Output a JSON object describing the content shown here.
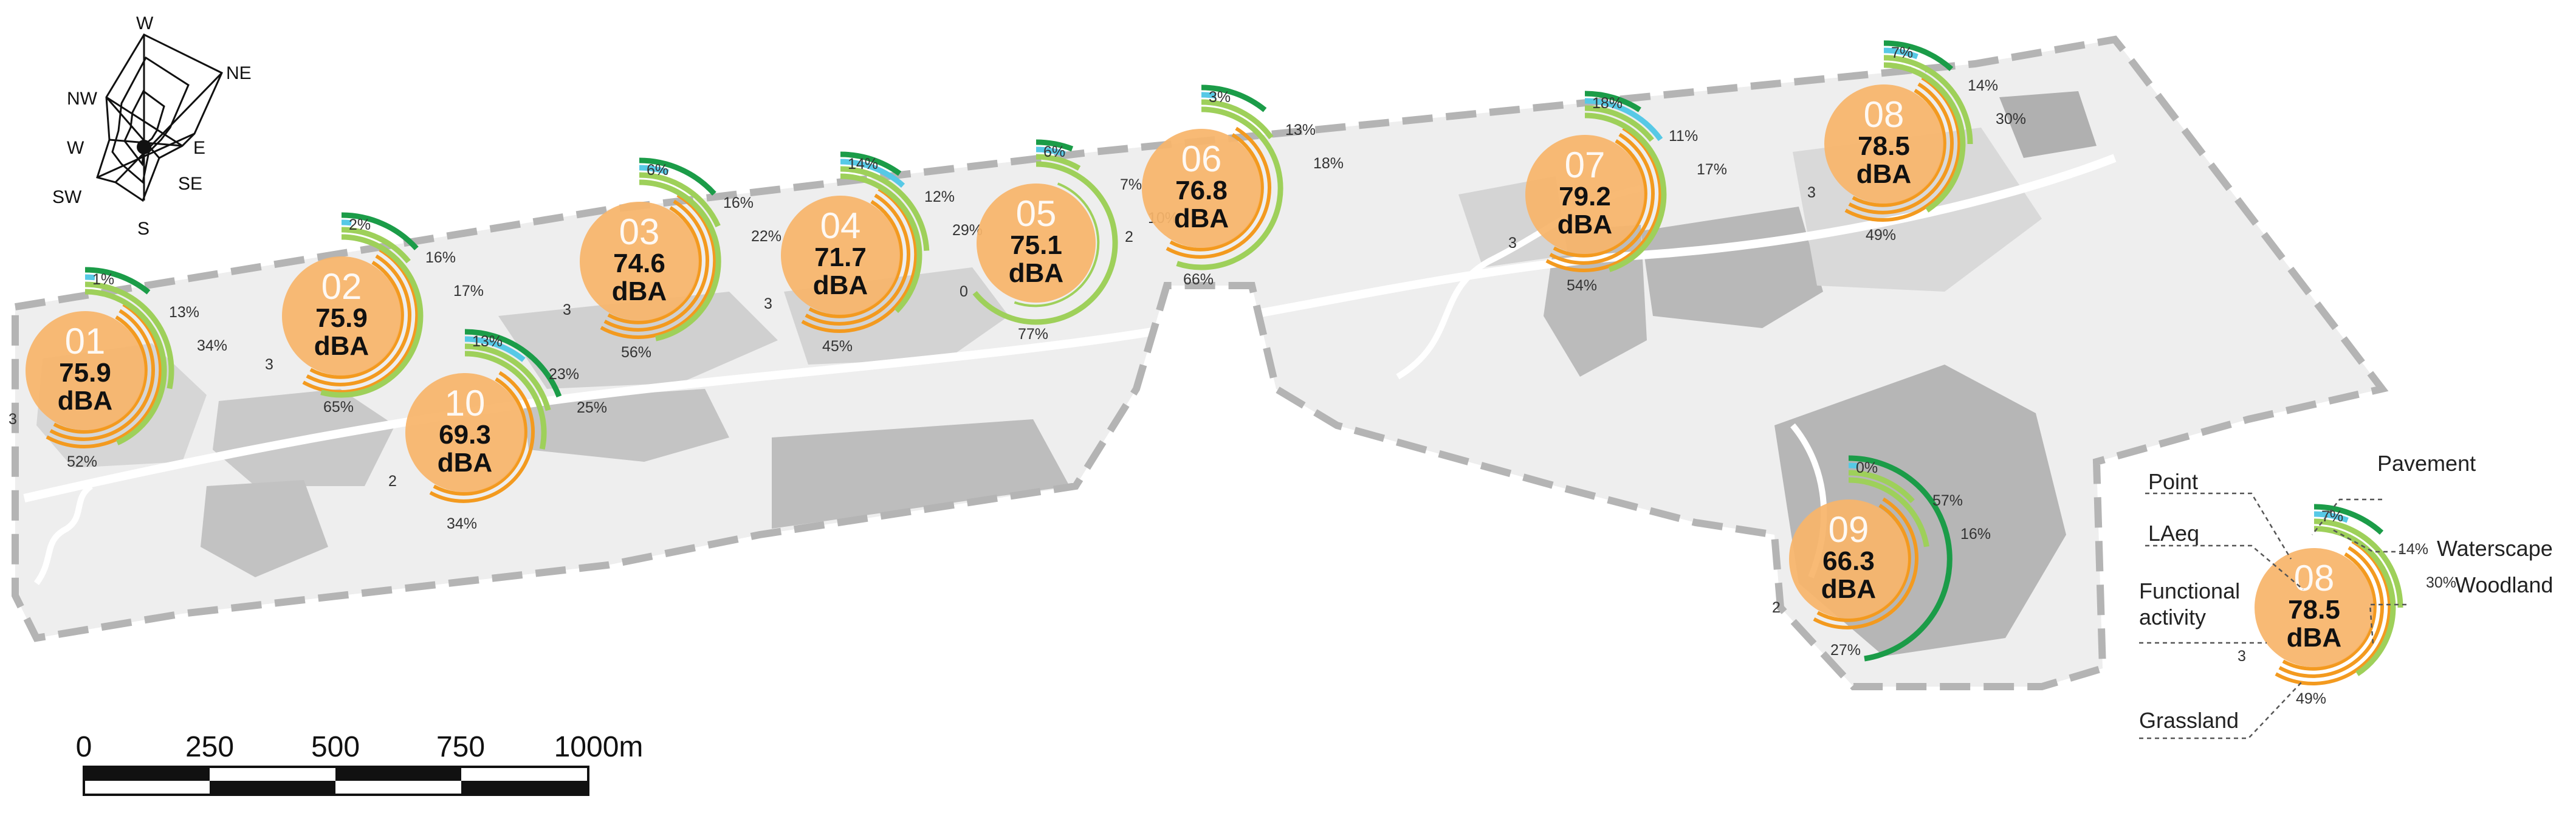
{
  "colors": {
    "pavement": "#57c9e6",
    "waterscape": "#1b9c48",
    "woodland": "#9ed05a",
    "grassland": "#9ed05a",
    "functional": "#f39a1f",
    "laeq_disc": "#f7b56a",
    "park_light": "#eeeeee",
    "park_mid": "#d8d8d8",
    "park_dark": "#b3b3b3",
    "boundary": "#b4b4b4"
  },
  "wind_rose": {
    "labels": [
      "W",
      "NE",
      "NW",
      "E",
      "W",
      "SE",
      "SW",
      "S"
    ]
  },
  "scale_bar": {
    "labels": [
      "0",
      "250",
      "500",
      "750",
      "1000m"
    ]
  },
  "points": [
    {
      "id": "01",
      "laeq": "75.9",
      "unit": "dBA",
      "pavement": "1%",
      "waterscape": "13%",
      "woodland": "34%",
      "grassland": "52%",
      "functional": "3"
    },
    {
      "id": "02",
      "laeq": "75.9",
      "unit": "dBA",
      "pavement": "2%",
      "waterscape": "16%",
      "woodland": "17%",
      "grassland": "65%",
      "functional": "3"
    },
    {
      "id": "03",
      "laeq": "74.6",
      "unit": "dBA",
      "pavement": "6%",
      "waterscape": "16%",
      "woodland": "22%",
      "grassland": "56%",
      "functional": "3"
    },
    {
      "id": "04",
      "laeq": "71.7",
      "unit": "dBA",
      "pavement": "14%",
      "waterscape": "12%",
      "woodland": "29%",
      "grassland": "45%",
      "functional": "3"
    },
    {
      "id": "05",
      "laeq": "75.1",
      "unit": "dBA",
      "pavement": "6%",
      "waterscape": "7%",
      "woodland": "10%",
      "grassland": "77%",
      "functional": "0"
    },
    {
      "id": "06",
      "laeq": "76.8",
      "unit": "dBA",
      "pavement": "3%",
      "waterscape": "13%",
      "woodland": "18%",
      "grassland": "66%",
      "functional": "2"
    },
    {
      "id": "07",
      "laeq": "79.2",
      "unit": "dBA",
      "pavement": "18%",
      "waterscape": "11%",
      "woodland": "17%",
      "grassland": "54%",
      "functional": "3"
    },
    {
      "id": "08",
      "laeq": "78.5",
      "unit": "dBA",
      "pavement": "7%",
      "waterscape": "14%",
      "woodland": "30%",
      "grassland": "49%",
      "functional": "3"
    },
    {
      "id": "09",
      "laeq": "66.3",
      "unit": "dBA",
      "pavement": "0%",
      "waterscape": "57%",
      "woodland": "16%",
      "grassland": "27%",
      "functional": "2"
    },
    {
      "id": "10",
      "laeq": "69.3",
      "unit": "dBA",
      "pavement": "13%",
      "waterscape": "23%",
      "woodland": "25%",
      "grassland": "34%",
      "functional": "2"
    }
  ],
  "legend": {
    "point_label": "Point",
    "laeq_label": "LAeq",
    "functional_label_1": "Functional",
    "functional_label_2": "activity",
    "pavement_label": "Pavement",
    "waterscape_label": "Waterscape",
    "woodland_label": "Woodland",
    "grassland_label": "Grassland",
    "sample": {
      "id": "08",
      "laeq": "78.5",
      "unit": "dBA",
      "pavement": "7%",
      "waterscape": "14%",
      "woodland": "30%",
      "grassland": "49%",
      "functional": "3"
    }
  }
}
